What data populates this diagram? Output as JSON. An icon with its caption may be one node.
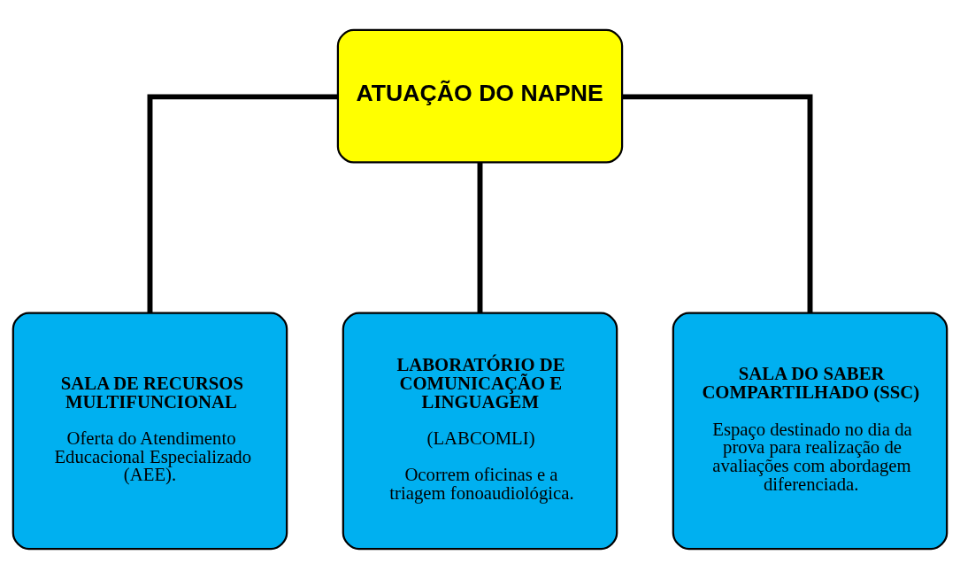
{
  "diagram": {
    "nodes": [
      {
        "text": [
          "ATUAÇÃO DO NAPNE"
        ]
      },
      {
        "text": [
          "SALA DE RECURSOS MULTIFUNCIONAL",
          "Oferta do Atendimento Educacional Especializado (AEE)."
        ]
      },
      {
        "text": [
          "LABORATÓRIO DE COMUNICAÇÃO E LINGUAGEM",
          "(LABCOMLI)",
          "Ocorrem oficinas e a triagem fonoaudiológica."
        ]
      },
      {
        "text": [
          "SALA DO SABER COMPARTILHADO (SSC)",
          "Espaço destinado no dia da prova para realização de avaliações com abordagem diferenciada."
        ]
      }
    ],
    "edges": [
      {
        "from": 0,
        "to": 1,
        "arrow": "none"
      },
      {
        "from": 0,
        "to": 2,
        "arrow": "none"
      },
      {
        "from": 0,
        "to": 3,
        "arrow": "none"
      }
    ]
  }
}
